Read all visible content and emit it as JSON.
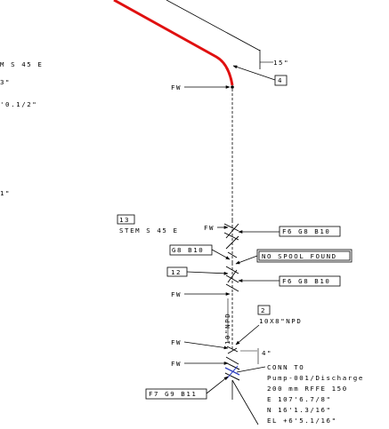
{
  "left_labels": {
    "a": "M S  45 E",
    "b": "3\"",
    "c": "'0.1/2\"",
    "d": "1\""
  },
  "dims": {
    "top_offset": "15\"",
    "bottom_offset": "4\"",
    "run_length": "10\"NPD"
  },
  "tags": {
    "t4": "4",
    "t13": "13",
    "t12": "12",
    "t2": "2"
  },
  "weld_labels": {
    "fw1": "FW",
    "fw2": "FW",
    "fw3": "FW",
    "fw4": "FW",
    "fw5": "FW"
  },
  "stem_label": "STEM S  45 E",
  "boxes": {
    "b1": "F6 G8 B10",
    "b2": "G8 B10",
    "b3": "NO SPOOL FOUND",
    "b4": "F6 G8 B10",
    "b5": "F7 G9 B11"
  },
  "reducer_label": "10X8\"NPD",
  "conn": {
    "line1": "CONN TO",
    "line2": "Pump-001/Discharge",
    "line3": "200 mm RFFE 150",
    "line4": "E 107'6.7/8\"",
    "line5": "N 16'1.3/16\"",
    "line6": "EL +6'5.1/16\""
  },
  "colors": {
    "highlight_pipe": "#e01010",
    "line": "#000000",
    "background": "#ffffff"
  }
}
